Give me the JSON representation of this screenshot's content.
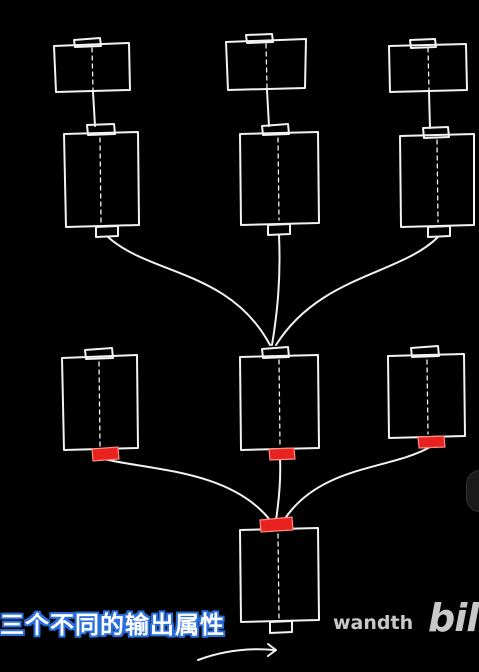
{
  "canvas": {
    "background": "#000000",
    "stroke_color": "#f2f2f2",
    "highlight_color": "#e8231f"
  },
  "caption": {
    "subtitle": "三个不同的输出属性",
    "subtitle_outline_color": "#2a6fdb"
  },
  "watermark": {
    "channel": "wandth",
    "logo": "bilil"
  }
}
